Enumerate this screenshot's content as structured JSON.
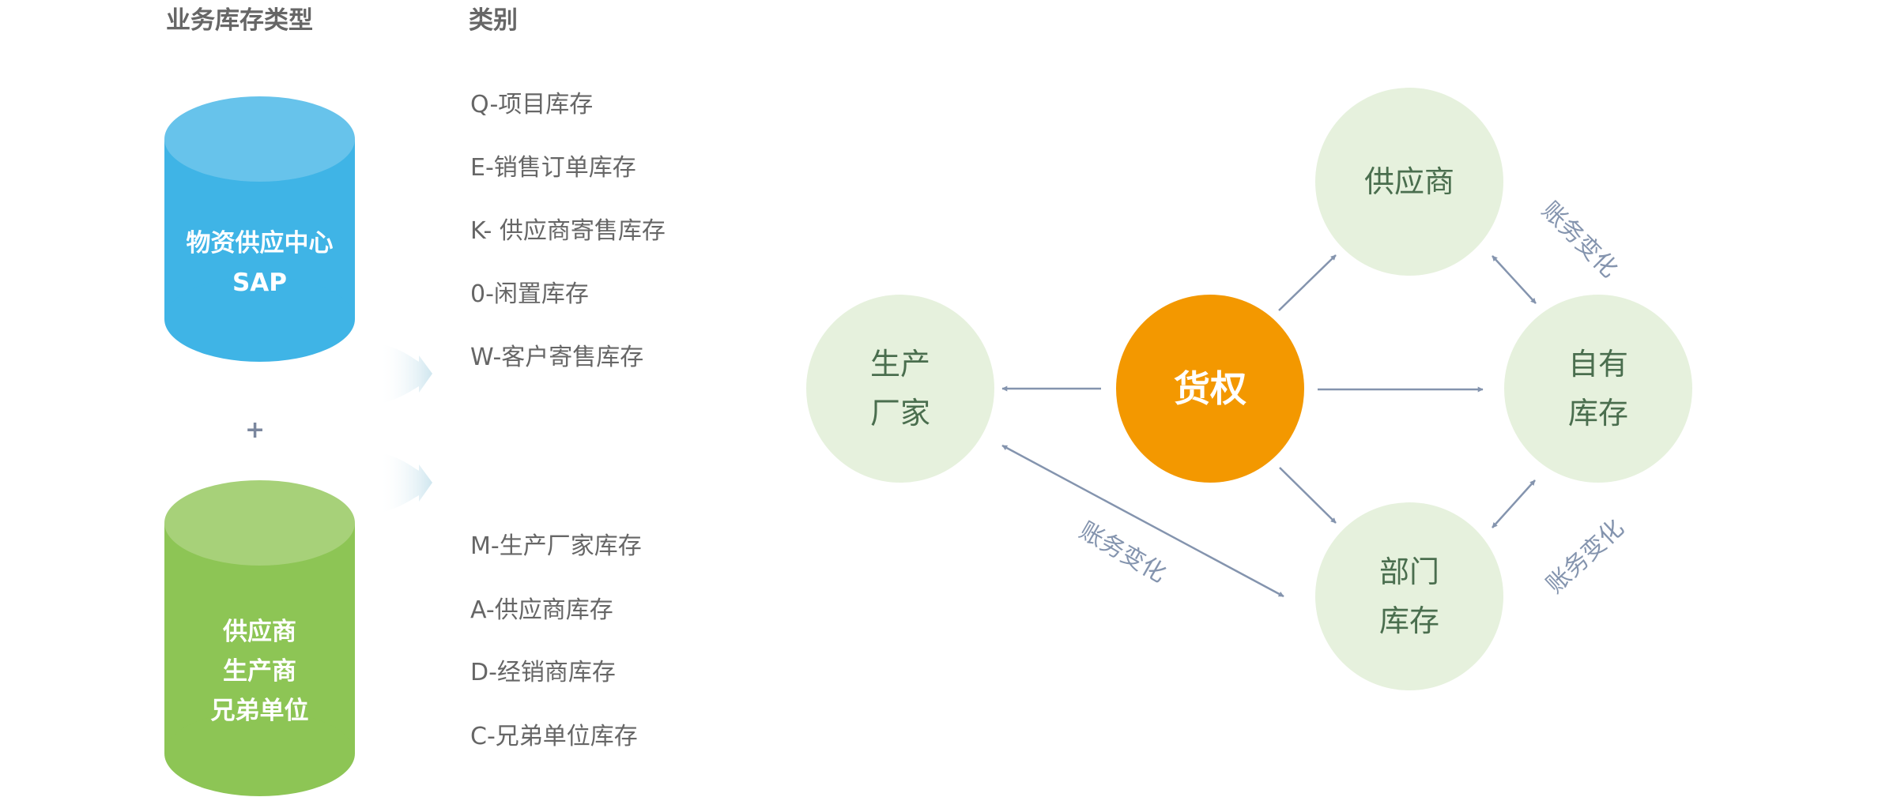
{
  "headers": {
    "business_type": "业务库存类型",
    "category": "类别"
  },
  "cylinders": [
    {
      "lines": [
        "物资供应中心",
        "SAP"
      ],
      "colors": {
        "body": "#3FB4E6",
        "top": "#67C3EB"
      }
    },
    {
      "lines": [
        "供应商",
        "生产商",
        "兄弟单位"
      ],
      "colors": {
        "body": "#8DC555",
        "top": "#A7D179"
      }
    }
  ],
  "plus_sign": "+",
  "categories_upper": [
    "Q-项目库存",
    "E-销售订单库存",
    "K- 供应商寄售库存",
    "0-闲置库存",
    "W-客户寄售库存"
  ],
  "categories_lower": [
    "M-生产厂家库存",
    "A-供应商库存",
    "D-经销商库存",
    "C-兄弟单位库存"
  ],
  "diagram": {
    "center": {
      "label": "货权",
      "color": "#F39800"
    },
    "nodes": {
      "manufacturer": "生产\n厂家",
      "supplier": "供应商",
      "own_stock": "自有\n库存",
      "dept_stock": "部门\n库存"
    },
    "edge_labels": {
      "manufacturer_dept": "账务变化",
      "supplier_own": "账务变化",
      "dept_own": "账务变化"
    },
    "colors": {
      "node_fill": "#E6F1DD",
      "node_text": "#4A6E4E",
      "arrow": "#8494AE"
    }
  }
}
